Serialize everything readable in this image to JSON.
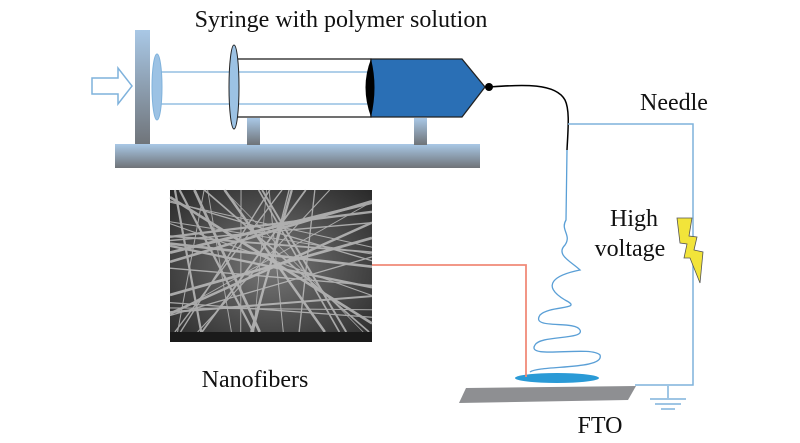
{
  "labels": {
    "syringe": "Syringe with polymer solution",
    "needle": "Needle",
    "high_voltage_1": "High",
    "high_voltage_2": "voltage",
    "nanofibers": "Nanofibers",
    "fto": "FTO"
  },
  "colors": {
    "syringe_body": "#2a6fb5",
    "wire": "#7fb2dc",
    "sem_link": "#f08a78",
    "deposit": "#2a9ad6",
    "lightning": "#f2e43a",
    "fto_plate": "#8e8f92"
  }
}
